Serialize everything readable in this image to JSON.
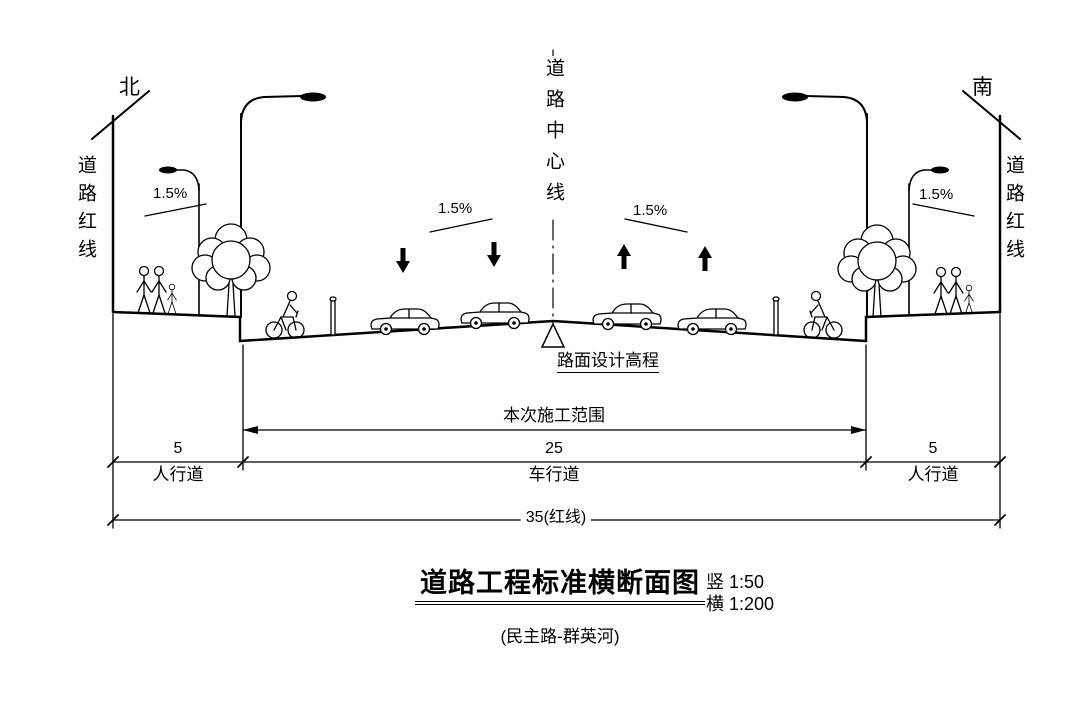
{
  "orientation": {
    "north": "北",
    "south": "南"
  },
  "boundaries": {
    "red_line_left": "道路红线",
    "red_line_right": "道路红线",
    "centerline": "道路中心线"
  },
  "annotations": {
    "slope_sidewalk_left": "1.5%",
    "slope_carriageway_left": "1.5%",
    "slope_carriageway_right": "1.5%",
    "slope_sidewalk_right": "1.5%",
    "design_elevation": "路面设计高程",
    "construction_scope": "本次施工范围"
  },
  "dimensions": {
    "sidewalk_left_width": "5",
    "carriageway_width": "25",
    "sidewalk_right_width": "5",
    "sidewalk_left_label": "人行道",
    "carriageway_label": "车行道",
    "sidewalk_right_label": "人行道",
    "total_width": "35(红线)"
  },
  "title_block": {
    "title": "道路工程标准横断面图",
    "scale_vertical": "竖 1:50",
    "scale_horizontal": "横 1:200",
    "subtitle": "(民主路-群英河)"
  }
}
